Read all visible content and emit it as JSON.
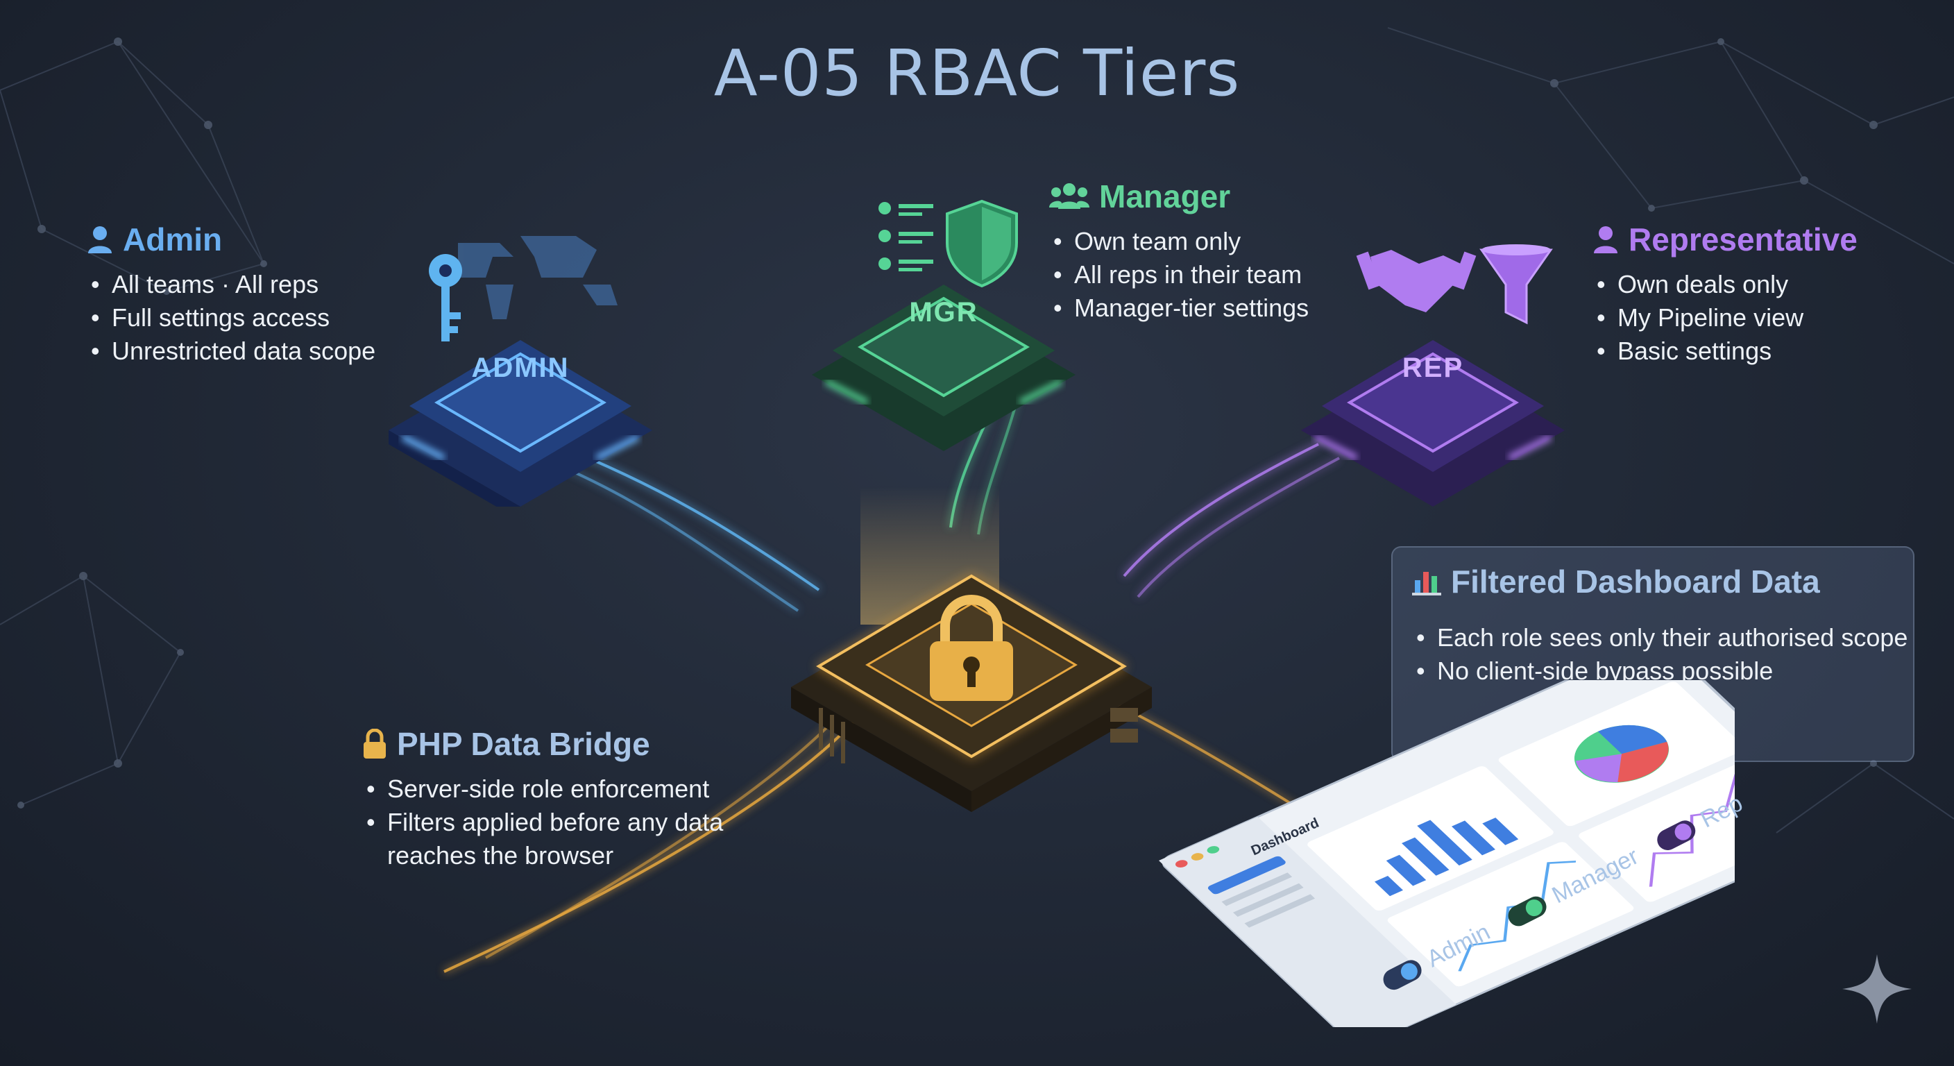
{
  "title": "A-05 RBAC Tiers",
  "admin": {
    "heading": "Admin",
    "platform_label": "ADMIN",
    "points": [
      "All teams · All reps",
      "Full settings access",
      "Unrestricted data scope"
    ],
    "color": "#6aaef0",
    "icon": "user-icon"
  },
  "manager": {
    "heading": "Manager",
    "platform_label": "MGR",
    "points": [
      "Own team only",
      "All reps in their team",
      "Manager-tier settings"
    ],
    "color": "#62d39a",
    "icon": "users-icon"
  },
  "rep": {
    "heading": "Representative",
    "platform_label": "REP",
    "points": [
      "Own deals only",
      "My Pipeline view",
      "Basic settings"
    ],
    "color": "#b07cf0",
    "icon": "user-icon"
  },
  "bridge": {
    "heading": "PHP Data Bridge",
    "points": [
      "Server-side role enforcement",
      "Filters applied before any data reaches the browser"
    ],
    "color": "#e8b44c",
    "icon": "lock-icon"
  },
  "dashboard_panel": {
    "heading": "Filtered Dashboard Data",
    "points": [
      "Each role sees only their authorised scope",
      "No client-side bypass possible"
    ],
    "icon": "bar-chart-icon"
  },
  "dashboard": {
    "title": "Dashboard"
  },
  "toggles": [
    {
      "label": "Admin",
      "color": "#5aa8f0"
    },
    {
      "label": "Manager",
      "color": "#4fcf8c"
    },
    {
      "label": "Rep",
      "color": "#b07cf0"
    }
  ]
}
